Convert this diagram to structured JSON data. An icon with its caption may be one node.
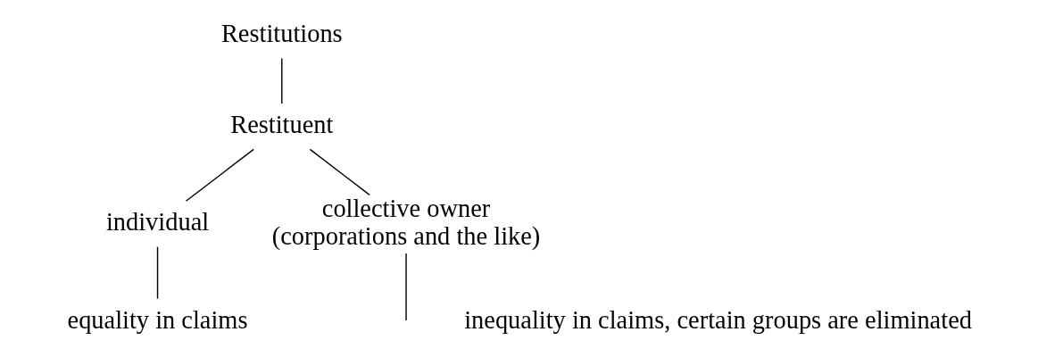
{
  "diagram": {
    "nodes": [
      {
        "text": [
          "Restitutions"
        ]
      },
      {
        "text": [
          "Restituent"
        ]
      },
      {
        "text": [
          "individual"
        ]
      },
      {
        "text": [
          "collective owner",
          "(corporations and the like)"
        ]
      },
      {
        "text": [
          "equality in claims"
        ]
      },
      {
        "text": [
          "inequality in claims, certain groups are eliminated"
        ]
      }
    ],
    "edges": [
      {
        "from": 0,
        "to": 1,
        "arrow": "none"
      },
      {
        "from": 1,
        "to": 2,
        "arrow": "none"
      },
      {
        "from": 1,
        "to": 3,
        "arrow": "none"
      },
      {
        "from": 2,
        "to": 4,
        "arrow": "none"
      },
      {
        "from": 3,
        "to": null,
        "arrow": "none"
      }
    ]
  }
}
